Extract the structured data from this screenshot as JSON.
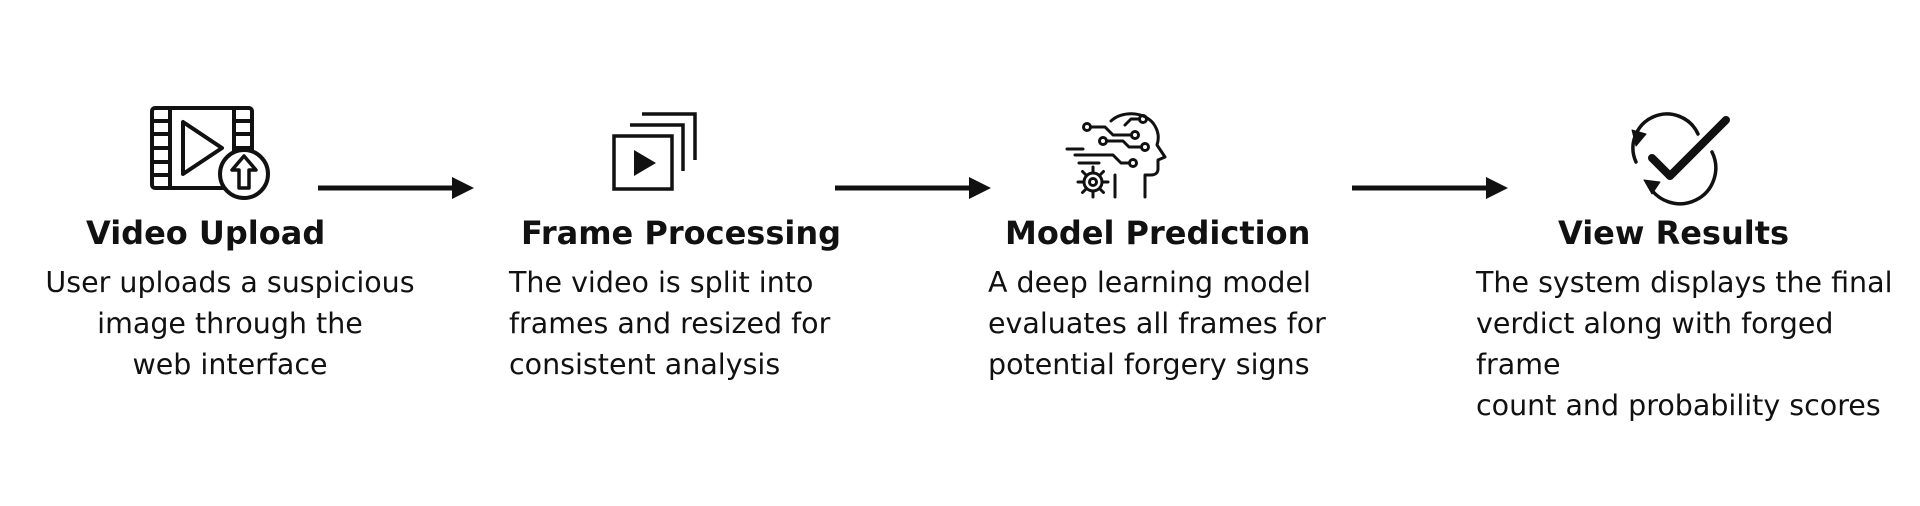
{
  "steps": [
    {
      "icon": "video-upload-icon",
      "title": "Video Upload",
      "description": "User uploads a suspicious\nimage through the\nweb interface"
    },
    {
      "icon": "video-frames-icon",
      "title": "Frame Processing",
      "description": "The video is split into\nframes and resized for\nconsistent analysis"
    },
    {
      "icon": "ai-head-icon",
      "title": "Model Prediction",
      "description": "A deep learning model\nevaluates all frames for\npotential forgery signs"
    },
    {
      "icon": "check-cycle-icon",
      "title": "View Results",
      "description": "The system displays the final\nverdict along with forged frame\ncount and probability scores"
    }
  ],
  "colors": {
    "ink": "#111111",
    "background": "#ffffff"
  }
}
